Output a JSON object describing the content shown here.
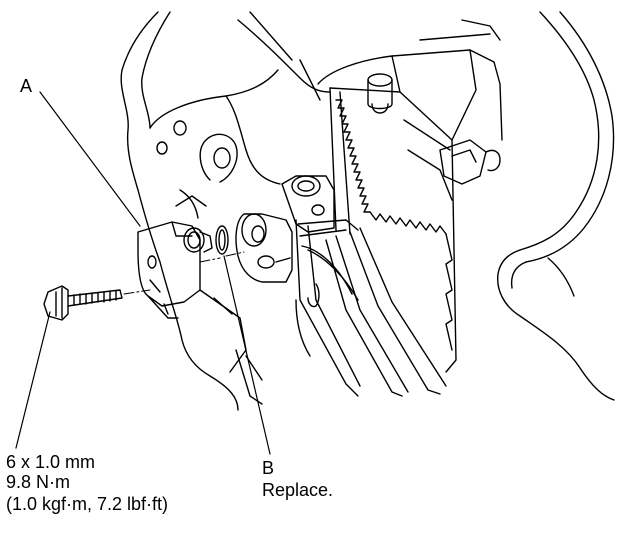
{
  "callouts": {
    "a": {
      "letter": "A"
    },
    "b": {
      "letter": "B",
      "note": "Replace."
    }
  },
  "bolt_spec": {
    "size": "6 x 1.0 mm",
    "torque_nm": "9.8 N·m",
    "torque_alt": "(1.0 kgf·m, 7.2 lbf·ft)"
  }
}
